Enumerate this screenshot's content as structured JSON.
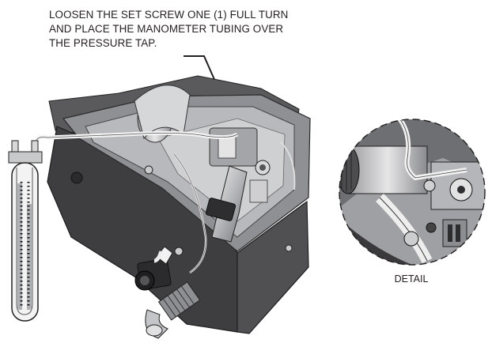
{
  "instruction": {
    "line1": "LOOSEN THE SET SCREW ONE (1) FULL TURN",
    "line2": "AND PLACE THE MANOMETER TUBING OVER",
    "line3": "THE PRESSURE TAP."
  },
  "detail_label": "DETAIL",
  "colors": {
    "housing_dark": "#4a4a4c",
    "housing_mid": "#8c8d90",
    "housing_light": "#c9cacc",
    "tube_fill": "#e8e8e8",
    "ink": "#231f20"
  },
  "icons": {
    "manometer": "manometer-u-tube-icon",
    "burner": "burner-assembly-illustration",
    "detail": "detail-magnifier-circle"
  }
}
